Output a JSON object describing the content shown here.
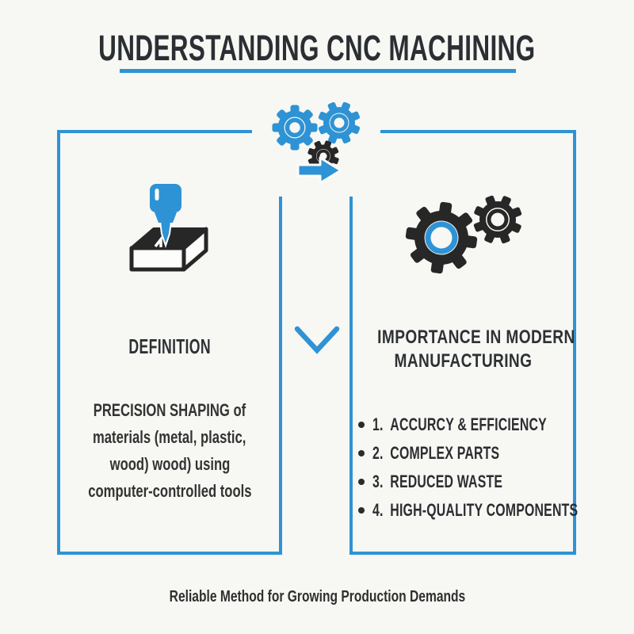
{
  "colors": {
    "accent": "#2e93d4",
    "ink": "#2b2b2b",
    "background": "#f7f7f4"
  },
  "header": {
    "title": "UNDERSTANDING CNC MACHINING"
  },
  "center_icon": "gears-with-arrow-icon",
  "divider_icon": "chevron-down-icon",
  "left_panel": {
    "icon": "cnc-milling-tool-icon",
    "heading": "DEFINITION",
    "body_lines": [
      "PRECISION SHAPING of",
      "materials (metal, plastic,",
      "wood) wood) using",
      "computer-controlled tools"
    ]
  },
  "right_panel": {
    "icon": "dual-gears-icon",
    "heading_lines": [
      "IMPORTANCE IN MODERN",
      "MANUFACTURING"
    ],
    "items": [
      {
        "number": "1.",
        "label": "ACCURCY & EFFICIENCY"
      },
      {
        "number": "2.",
        "label": "COMPLEX PARTS"
      },
      {
        "number": "3.",
        "label": "REDUCED WASTE"
      },
      {
        "number": "4.",
        "label": "HIGH-QUALITY COMPONENTS"
      }
    ]
  },
  "footer": {
    "caption": "Reliable Method for Growing Production Demands"
  }
}
